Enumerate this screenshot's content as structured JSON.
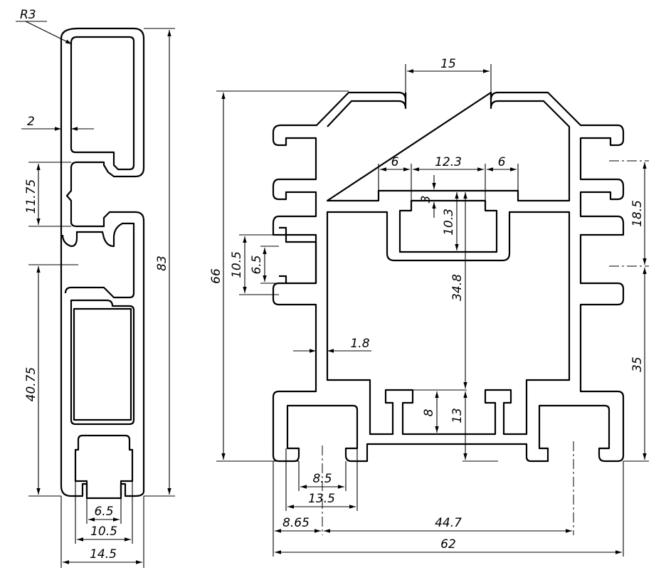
{
  "dimensions": {
    "left_profile": {
      "corner_radius": "R3",
      "wall": "2",
      "slot_top": "11.75",
      "overall_height": "83",
      "lower_height": "40.75",
      "slot_inner": "6.5",
      "slot_mid": "10.5",
      "overall_width": "14.5"
    },
    "right_profile": {
      "top_opening": "15",
      "overall_height": "66",
      "left_flange": "6",
      "channel_width": "12.3",
      "right_flange": "6",
      "lip": "3",
      "channel_depth": "10.3",
      "right_slot": "18.5",
      "slot_outer": "10.5",
      "slot_inner": "6.5",
      "center_height": "34.8",
      "wall": "1.8",
      "lower_right": "35",
      "bottom_channel": "8",
      "bottom_depth": "13",
      "slot_inner_width": "8.5",
      "slot_outer_width": "13.5",
      "offset_left": "8.65",
      "slot_spacing": "44.7",
      "overall_width": "62"
    }
  }
}
